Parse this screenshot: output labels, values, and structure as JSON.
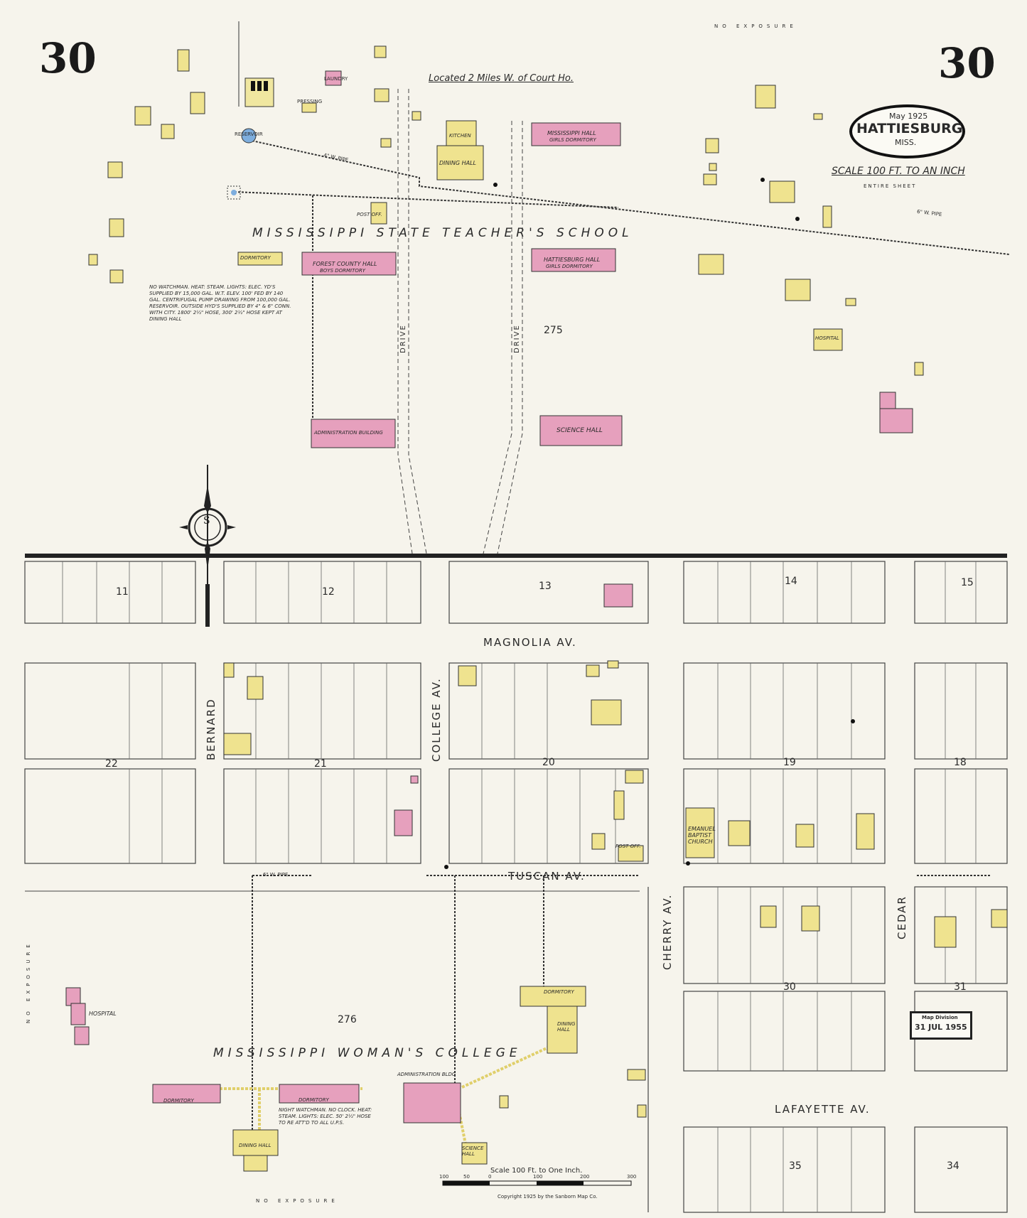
{
  "sheet_number": "30",
  "cartouche": {
    "date": "May 1925",
    "city": "HATTIESBURG",
    "state": "MISS."
  },
  "scale": {
    "title": "SCALE 100 FT. TO AN INCH",
    "note": "ENTIRE SHEET",
    "bar_label": "Scale 100 Ft. to One Inch.",
    "ticks": [
      "100",
      "50",
      "0",
      "100",
      "200",
      "300"
    ]
  },
  "location_note": "Located 2 Miles W. of Court Ho.",
  "campus": {
    "north": "MISSISSIPPI STATE TEACHER'S SCHOOL",
    "south": "MISSISSIPPI WOMAN'S COLLEGE"
  },
  "streets": {
    "magnolia": "MAGNOLIA AV.",
    "tuscan": "TUSCAN AV.",
    "lafayette": "LAFAYETTE AV.",
    "bernard": "BERNARD",
    "college": "COLLEGE AV.",
    "cherry": "CHERRY AV.",
    "cedar": "CEDAR",
    "drive": "DRIVE"
  },
  "blocks": [
    "275",
    "276",
    "11",
    "12",
    "13",
    "14",
    "15",
    "22",
    "21",
    "20",
    "19",
    "18",
    "30",
    "31",
    "35",
    "34"
  ],
  "buildings": {
    "mississippi_hall": "MISSISSIPPI HALL",
    "mississippi_hall_sub": "GIRLS DORMITORY",
    "forest_county_hall": "FOREST COUNTY HALL",
    "forest_county_hall_sub": "BOYS DORMITORY",
    "hattiesburg_hall": "HATTIESBURG HALL",
    "hattiesburg_hall_sub": "GIRLS DORMITORY",
    "administration": "ADMINISTRATION BUILDING",
    "science_hall": "SCIENCE HALL",
    "dining_hall": "DINING HALL",
    "kitchen": "KITCHEN",
    "dormitory": "DORMITORY",
    "post_office": "POST OFF.",
    "hospital": "HOSPITAL",
    "reservoir": "RESERVOIR",
    "church": "EMANUEL BAPTIST CHURCH",
    "admin_bldg_south": "ADMINISTRATION BLDG",
    "science_hall_south": "SCIENCE HALL",
    "laundry": "LAUNDRY",
    "pressing": "PRESSING"
  },
  "pipes": {
    "a": "4\" W. PIPE",
    "b": "6\" W. PIPE"
  },
  "notes": {
    "north": "NO WATCHMAN. HEAT: STEAM. LIGHTS: ELEC. YD'S SUPPLIED BY 15,000 GAL. W.T. ELEV. 100' FED BY 140 GAL. CENTRIFUGAL PUMP DRAWING FROM 100,000 GAL. RESERVOIR. OUTSIDE HYD'S SUPPLIED BY 4\" & 6\" CONN. WITH CITY. 1800' 2½\" HOSE, 300' 2½\" HOSE KEPT AT DINING HALL",
    "south": "NIGHT WATCHMAN. NO CLOCK. HEAT: STEAM. LIGHTS: ELEC. 50' 2½\" HOSE TO RE ATT'D TO ALL U.P.S."
  },
  "stamp": {
    "line1": "Map Division",
    "line2": "31 JUL 1955"
  },
  "copyright": "Copyright 1925 by the Sanborn Map Co.",
  "exposure": "NO EXPOSURE",
  "colors": {
    "brick": "#e6a0bd",
    "frame": "#efe38f",
    "paper": "#f6f4ec",
    "line": "#333333"
  }
}
